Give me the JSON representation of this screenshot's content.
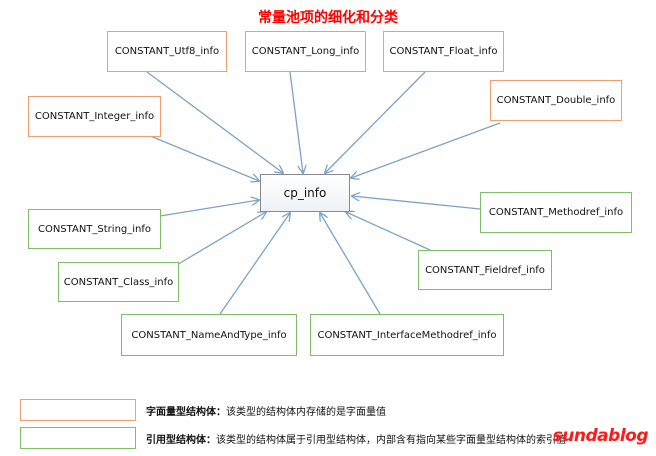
{
  "title": "常量池项的细化和分类",
  "center": "cp_info",
  "colors": {
    "title": "#ff0000",
    "literal_border": "#f0a070",
    "reference_border": "#7fbf6a",
    "arrow": "#7ba3c9",
    "watermark": "#ff1a1a"
  },
  "nodes": {
    "utf8": "CONSTANT_Utf8_info",
    "long": "CONSTANT_Long_info",
    "float": "CONSTANT_Float_info",
    "integer": "CONSTANT_Integer_info",
    "double": "CONSTANT_Double_info",
    "string": "CONSTANT_String_info",
    "methodref": "CONSTANT_Methodref_info",
    "class": "CONSTANT_Class_info",
    "fieldref": "CONSTANT_Fieldref_info",
    "nameandtype": "CONSTANT_NameAndType_info",
    "interfacemethodref": "CONSTANT_InterfaceMethodref_info"
  },
  "legend": {
    "literal_term": "字面量型结构体：",
    "literal_desc": "该类型的结构体内存储的是字面量值",
    "reference_term": "引用型结构体：",
    "reference_desc": "该类型的结构体属于引用型结构体，内部含有指向某些字面量型结构体的索引值"
  },
  "watermark": "sundablog"
}
